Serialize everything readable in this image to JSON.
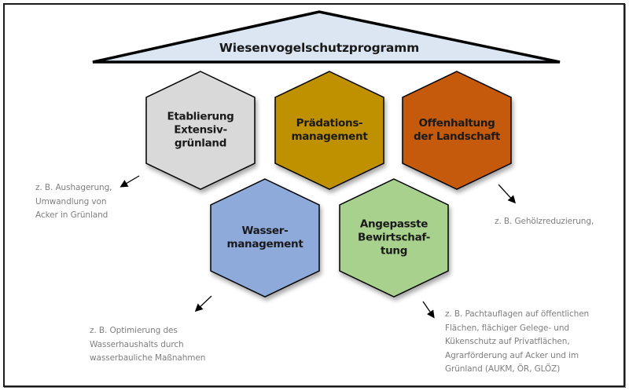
{
  "title": "Wiesenvogelschutzprogramm",
  "colors": {
    "roof_fill": "#dce6f2",
    "outline": "#000000",
    "note_text": "#7f7f7f"
  },
  "measures": [
    {
      "id": "extensivgruenland",
      "label": "Etablierung\nExtensiv-\ngrünland",
      "fill": "#d9d9d9"
    },
    {
      "id": "praedation",
      "label": "Prädations-\nmanagement",
      "fill": "#bf9000"
    },
    {
      "id": "offenhaltung",
      "label": "Offenhaltung\nder Landschaft",
      "fill": "#c55a11"
    },
    {
      "id": "wasser",
      "label": "Wasser-\nmanagement",
      "fill": "#8eaadb"
    },
    {
      "id": "bewirtschaftung",
      "label": "Angepasste\nBewirtschaf-\ntung",
      "fill": "#a9d18e"
    }
  ],
  "notes": [
    {
      "id": "extensivgruenland",
      "text": "z. B. Aushagerung,\nUmwandlung von\nAcker in Grünland"
    },
    {
      "id": "offenhaltung",
      "text": "z. B. Gehölzreduzierung,"
    },
    {
      "id": "wasser",
      "text": "z. B. Optimierung des\nWasserhaushalts durch\nwasserbauliche Maßnahmen"
    },
    {
      "id": "bewirtschaftung",
      "text": "z. B. Pachtauflagen auf öffentlichen\nFlächen, flächiger Gelege- und\nKükenschutz auf Privatflächen,\nAgrarförderung auf Acker und im\nGrünland (AUKM, ÖR, GLÖZ)"
    }
  ]
}
